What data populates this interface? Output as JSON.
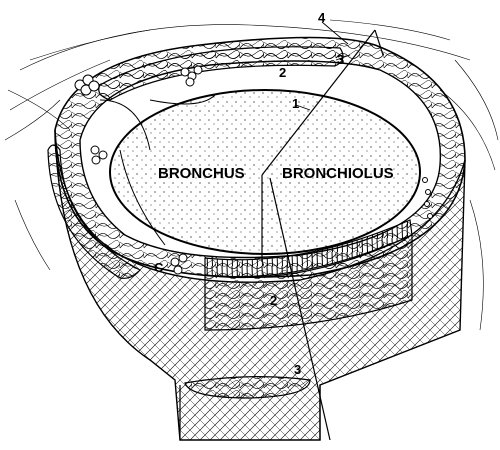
{
  "labels": {
    "bronchus": "BRONCHUS",
    "bronchiolus": "BRONCHIOLUS",
    "n4": "4",
    "n3_top": "3",
    "n2_top": "2",
    "n1": "1",
    "c": "C",
    "n2_front": "2",
    "n3_bottom": "3"
  },
  "colors": {
    "ink": "#000000",
    "paper": "#ffffff"
  }
}
